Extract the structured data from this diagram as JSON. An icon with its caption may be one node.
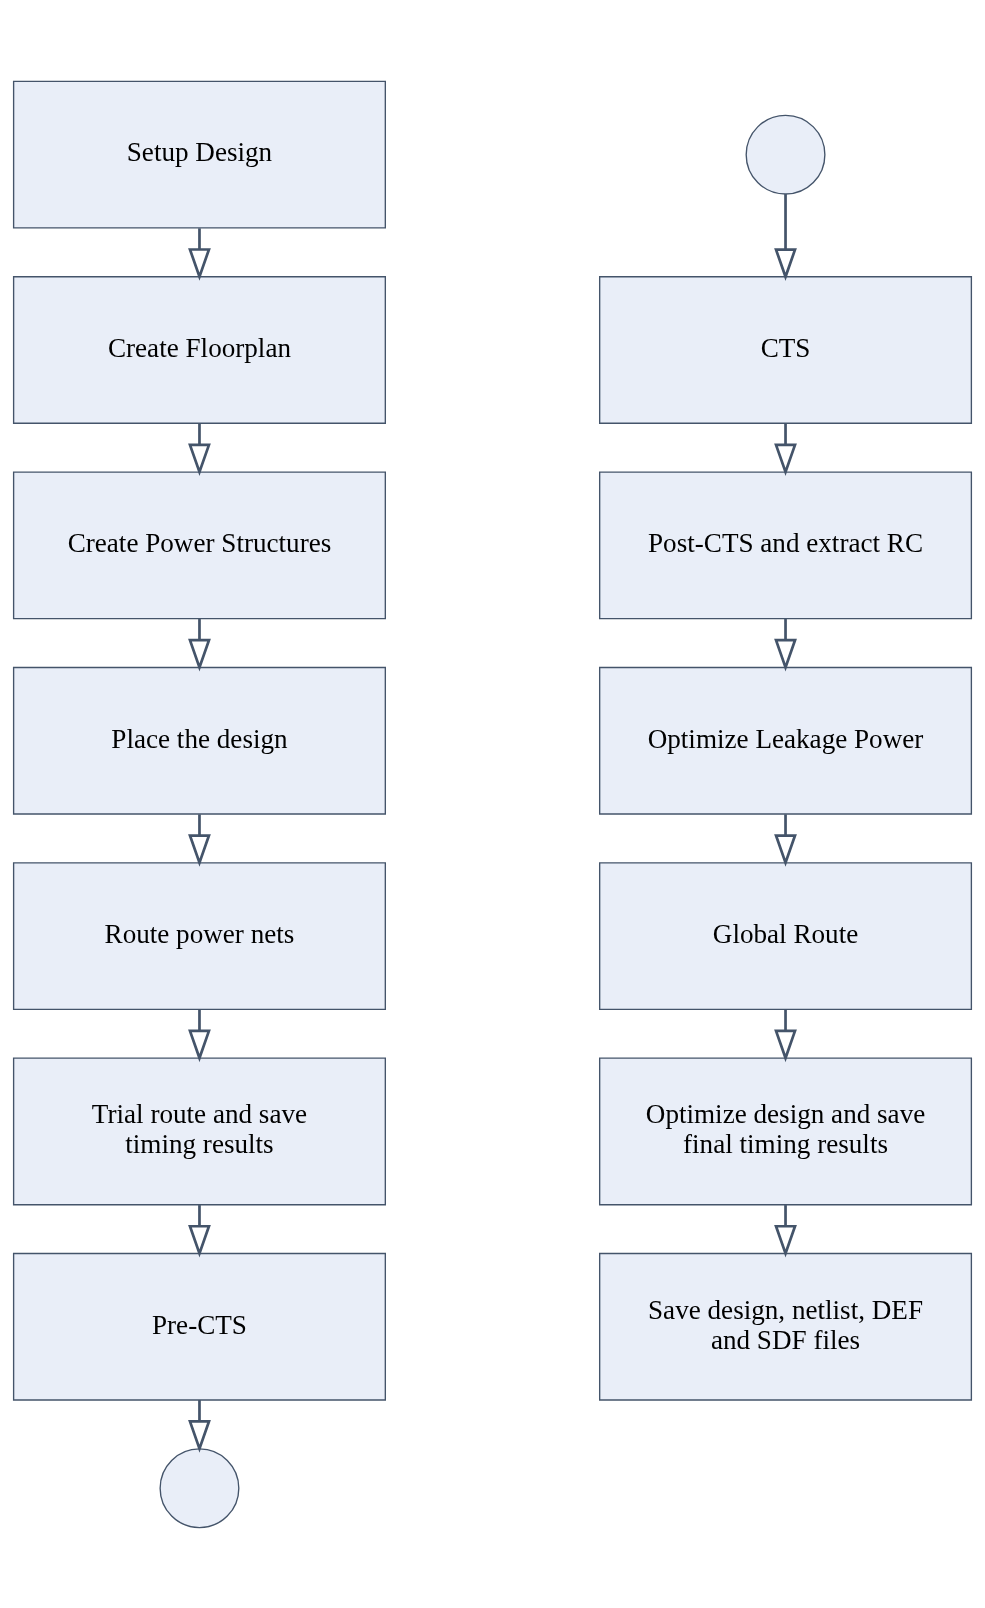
{
  "diagram": {
    "nodes": [
      {
        "text": [
          "Setup Design"
        ]
      },
      {
        "text": [
          "Create Floorplan"
        ]
      },
      {
        "text": [
          "Create Power Structures"
        ]
      },
      {
        "text": [
          "Place the design"
        ]
      },
      {
        "text": [
          "Route power nets"
        ]
      },
      {
        "text": [
          "Trial route and save timing results"
        ]
      },
      {
        "text": [
          "Pre-CTS"
        ]
      },
      {
        "text": [],
        "shape": "circle"
      },
      {
        "text": [],
        "shape": "circle"
      },
      {
        "text": [
          "CTS"
        ]
      },
      {
        "text": [
          "Post-CTS and extract RC"
        ]
      },
      {
        "text": [
          "Optimize Leakage Power"
        ]
      },
      {
        "text": [
          "Global Route"
        ]
      },
      {
        "text": [
          "Optimize design and save final timing results"
        ]
      },
      {
        "text": [
          "Save design, netlist, DEF and SDF files"
        ]
      }
    ],
    "edges": [
      {
        "from": 0,
        "to": 1,
        "arrow": "to"
      },
      {
        "from": 1,
        "to": 2,
        "arrow": "to"
      },
      {
        "from": 2,
        "to": 3,
        "arrow": "to"
      },
      {
        "from": 3,
        "to": 4,
        "arrow": "to"
      },
      {
        "from": 4,
        "to": 5,
        "arrow": "to"
      },
      {
        "from": 5,
        "to": 6,
        "arrow": "to"
      },
      {
        "from": 6,
        "to": 7,
        "arrow": "to"
      },
      {
        "from": 8,
        "to": 9,
        "arrow": "to"
      },
      {
        "from": 9,
        "to": 10,
        "arrow": "to"
      },
      {
        "from": 10,
        "to": 11,
        "arrow": "to"
      },
      {
        "from": 11,
        "to": 12,
        "arrow": "to"
      },
      {
        "from": 12,
        "to": 13,
        "arrow": "to"
      },
      {
        "from": 13,
        "to": 14,
        "arrow": "to"
      }
    ]
  }
}
